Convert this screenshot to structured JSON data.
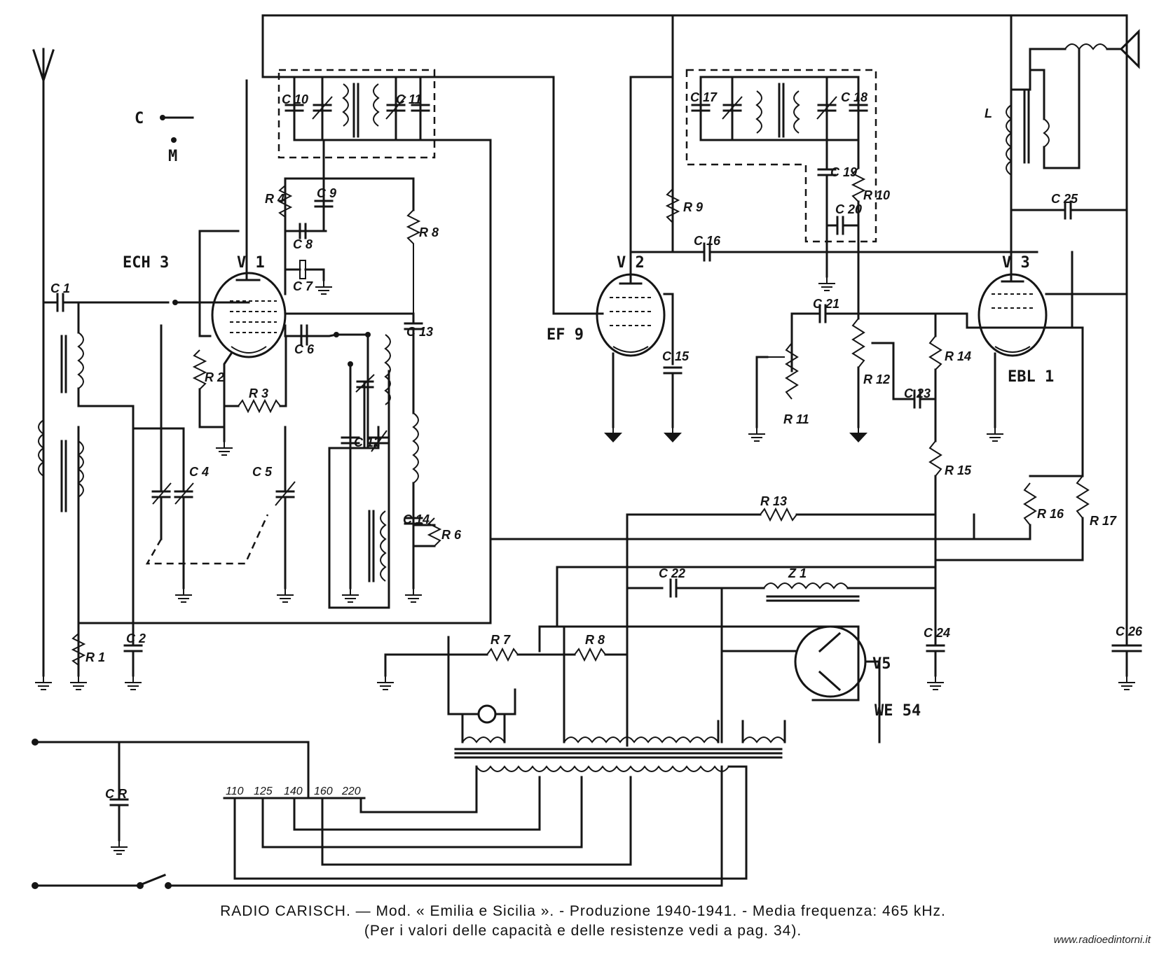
{
  "caption": {
    "line1": "RADIO CARISCH. — Mod. « Emilia e Sicilia ». - Produzione 1940-1941. - Media frequenza: 465 kHz.",
    "line2": "(Per i valori delle capacità e delle resistenze vedi a pag. 34)."
  },
  "watermark": "www.radioedintorni.it",
  "tubes": {
    "v1_name": "V 1",
    "v1_type": "ECH 3",
    "v2_name": "V 2",
    "v2_type": "EF 9",
    "v3_name": "V 3",
    "v3_type": "EBL 1",
    "v5_name": "V5",
    "v5_type": "WE 54"
  },
  "switch": {
    "c": "C",
    "m": "M"
  },
  "components": {
    "c1": "C 1",
    "c2": "C 2",
    "c4": "C 4",
    "c5": "C 5",
    "c6": "C 6",
    "c7": "C 7",
    "c8": "C 8",
    "c9": "C 9",
    "c10": "C 10",
    "c11": "C 11",
    "c12": "C 12",
    "c13": "C 13",
    "c14": "C 14",
    "c15": "C 15",
    "c16": "C 16",
    "c17": "C 17",
    "c18": "C 18",
    "c19": "C 19",
    "c20": "C 20",
    "c21": "C 21",
    "c22": "C 22",
    "c23": "C 23",
    "c24": "C 24",
    "c25": "C 25",
    "c26": "C 26",
    "cr": "C R",
    "r1": "R 1",
    "r2": "R 2",
    "r3": "R 3",
    "r4": "R 4",
    "r6": "R 6",
    "r7": "R 7",
    "r8": "R 8",
    "r8b": "R 8",
    "r9": "R 9",
    "r10": "R 10",
    "r11": "R 11",
    "r12": "R 12",
    "r13": "R 13",
    "r14": "R 14",
    "r15": "R 15",
    "r16": "R 16",
    "r17": "R 17",
    "z1": "Z 1",
    "l": "L"
  },
  "mains_taps": [
    "110",
    "125",
    "140",
    "160",
    "220"
  ]
}
